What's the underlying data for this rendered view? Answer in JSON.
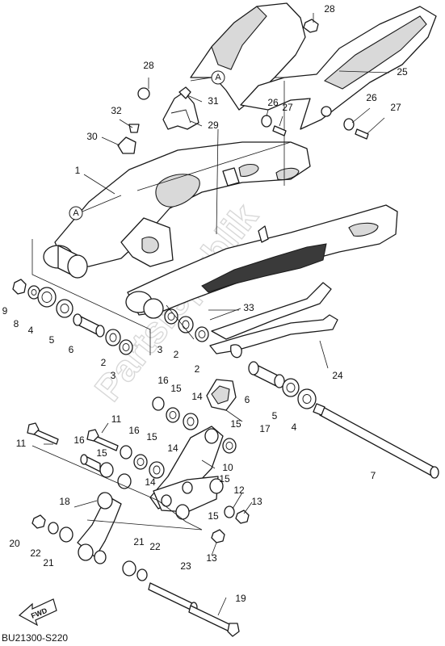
{
  "diagram": {
    "code": "BU21300-S220",
    "fwd_label": "FWD",
    "ref_marker": "A",
    "watermark": "Partsrepublik",
    "callouts": [
      "1",
      "2",
      "3",
      "4",
      "5",
      "6",
      "7",
      "8",
      "9",
      "10",
      "11",
      "12",
      "13",
      "14",
      "15",
      "16",
      "17",
      "18",
      "19",
      "20",
      "21",
      "22",
      "23",
      "24",
      "25",
      "26",
      "27",
      "28",
      "29",
      "30",
      "31",
      "32",
      "33"
    ]
  }
}
